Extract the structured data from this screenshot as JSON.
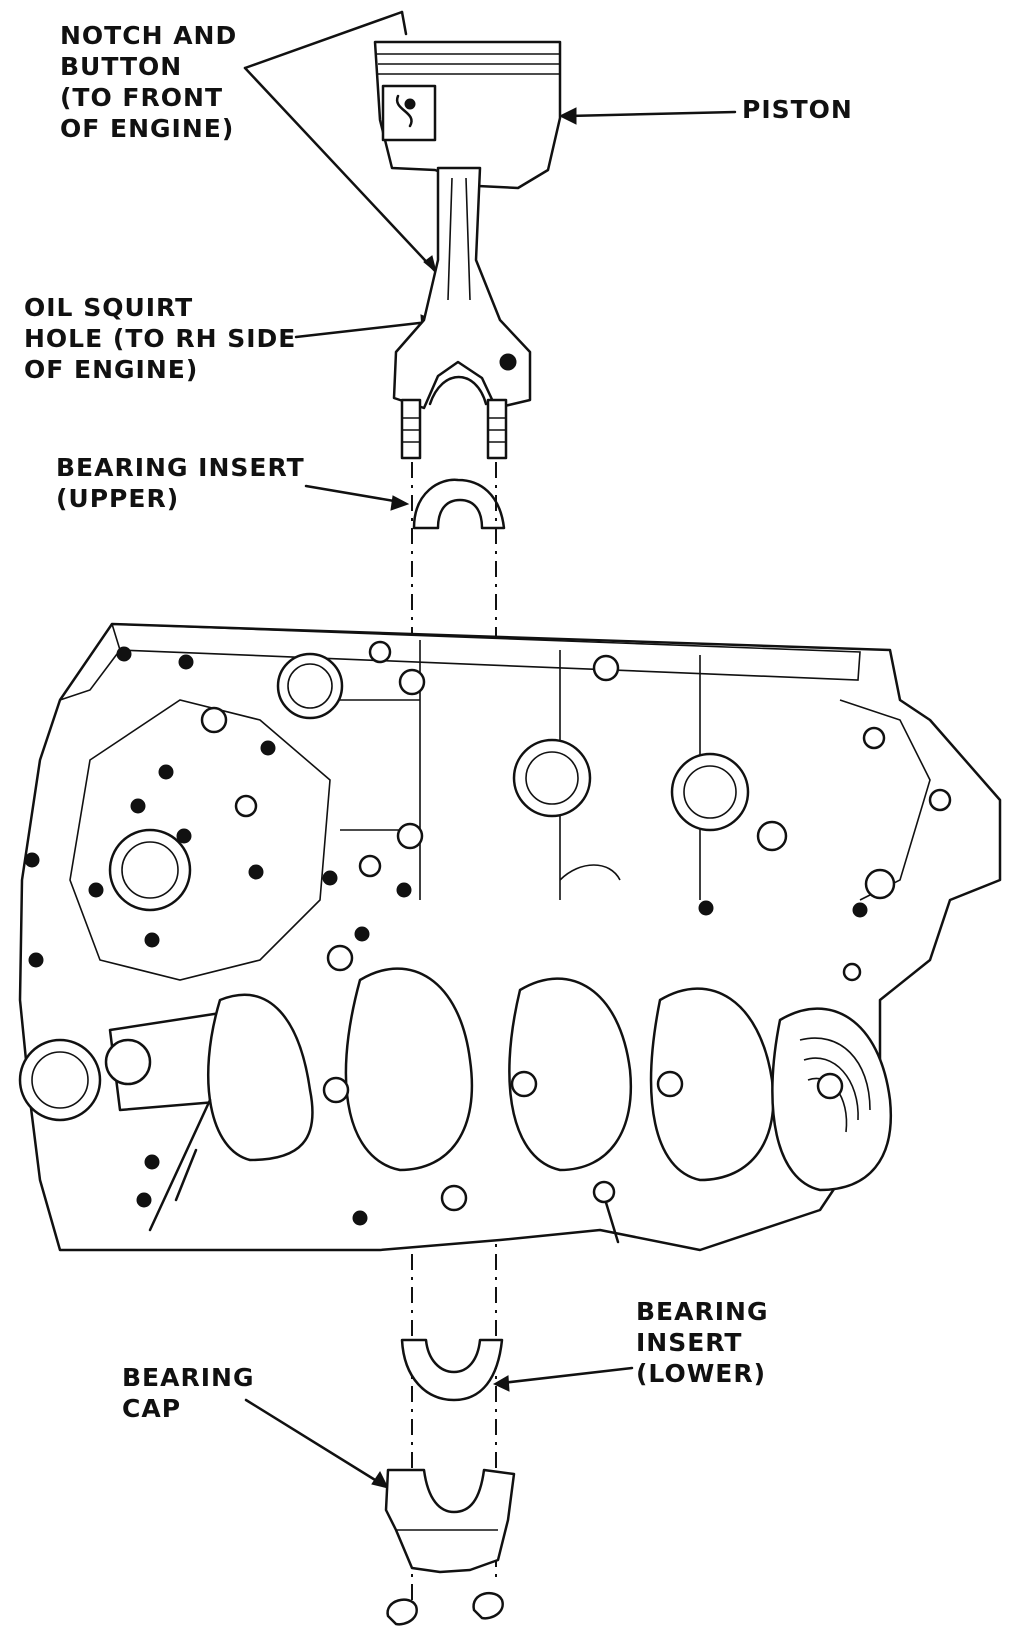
{
  "labels": {
    "notch": [
      "NOTCH AND",
      "BUTTON",
      "(TO FRONT",
      "OF ENGINE)"
    ],
    "piston": [
      "PISTON"
    ],
    "oil_hole": [
      "OIL SQUIRT",
      "HOLE (TO RH SIDE",
      "OF ENGINE)"
    ],
    "insert_upper": [
      "BEARING INSERT",
      "(UPPER)"
    ],
    "insert_lower": [
      "BEARING",
      "INSERT",
      "(LOWER)"
    ],
    "cap": [
      "BEARING",
      "CAP"
    ]
  },
  "colors": {
    "ink": "#111111",
    "paper": "#ffffff"
  }
}
